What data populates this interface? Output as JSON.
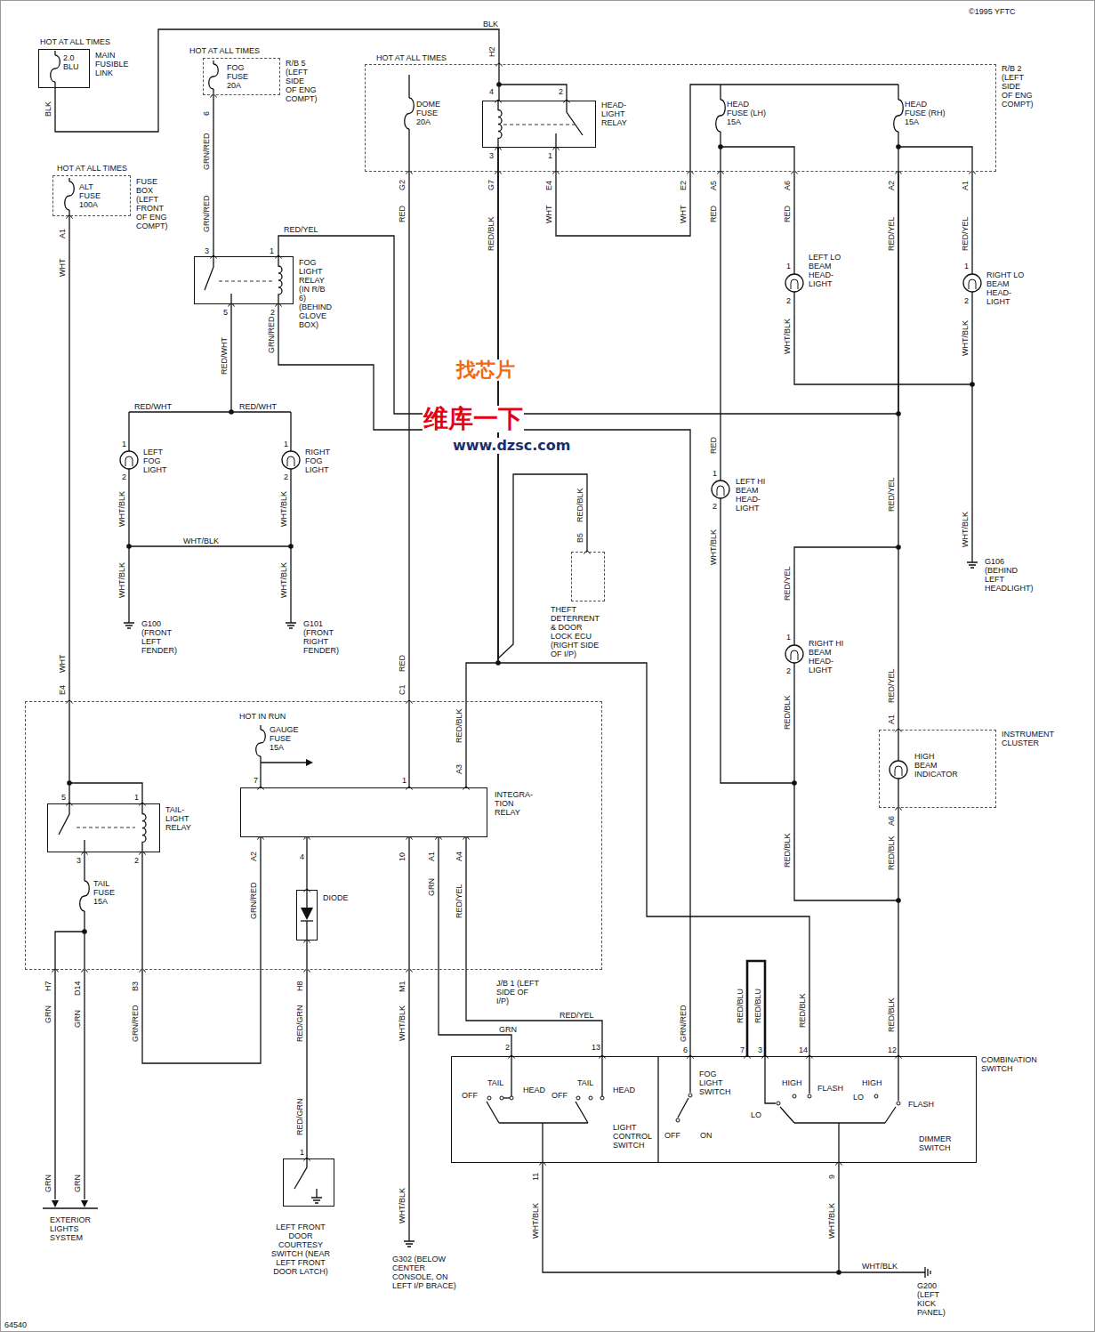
{
  "diagram": {
    "nodes": [
      {
        "text": [
          "HOT AT ALL TIMES",
          "2.0 BLU",
          "MAIN FUSIBLE LINK"
        ]
      },
      {
        "text": [
          "HOT AT ALL TIMES",
          "FOG FUSE 20A",
          "R/B 5 (LEFT SIDE OF ENG COMPT)"
        ]
      },
      {
        "text": [
          "HOT AT ALL TIMES",
          "R/B 2 (LEFT SIDE OF ENG COMPT)"
        ]
      },
      {
        "text": [
          "HEAD- LIGHT RELAY"
        ],
        "in": 2
      },
      {
        "text": [
          "HOT AT ALL TIMES",
          "ALT FUSE 100A",
          "FUSE BOX (LEFT FRONT OF ENG COMPT)"
        ]
      },
      {
        "text": [
          "FOG LIGHT RELAY (IN R/B 6) (BEHIND GLOVE BOX)"
        ]
      },
      {
        "text": [
          "THEFT DETERRENT & DOOR LOCK ECU (RIGHT SIDE OF I/P)"
        ]
      },
      {
        "text": [
          "INSTRUMENT CLUSTER",
          "HIGH BEAM INDICATOR"
        ]
      },
      {
        "text": [
          "J/B 1 (LEFT SIDE OF I/P)"
        ]
      },
      {
        "text": [
          "TAIL- LIGHT RELAY"
        ],
        "in": 8
      },
      {
        "text": [
          "INTEGRA- TION RELAY"
        ],
        "in": 8
      },
      {
        "text": [
          "DIODE"
        ],
        "in": 8
      },
      {
        "text": [
          "LEFT FRONT DOOR COURTESY SWITCH (NEAR LEFT FRONT DOOR LATCH)"
        ]
      },
      {
        "text": [
          "COMBINATION SWITCH"
        ]
      }
    ],
    "edges": [
      {
        "from": 0,
        "to": 2,
        "arrow": "none",
        "label": "BLK"
      },
      {
        "from": 1,
        "to": 5,
        "arrow": "none",
        "label": "GRN/RED"
      },
      {
        "from": 2,
        "to": 10,
        "arrow": "none",
        "label": "RED"
      },
      {
        "from": 3,
        "to": 6,
        "arrow": "none",
        "label": "RED/BLK"
      },
      {
        "from": 3,
        "to": 10,
        "arrow": "none",
        "label": "RED/BLK"
      },
      {
        "from": 3,
        "to": 13,
        "arrow": "none",
        "label": "RED/BLK"
      },
      {
        "from": 4,
        "to": 9,
        "arrow": "none",
        "label": "WHT"
      },
      {
        "from": 2,
        "to": 7,
        "arrow": "none",
        "label": "RED/YEL"
      },
      {
        "from": 2,
        "to": 5,
        "arrow": "none",
        "label": "RED/YEL"
      },
      {
        "from": 7,
        "to": 13,
        "arrow": "none",
        "label": "RED/BLK"
      },
      {
        "from": 5,
        "to": 13,
        "arrow": "none",
        "label": "GRN/RED"
      },
      {
        "from": 10,
        "to": 13,
        "arrow": "none",
        "label": "GRN"
      },
      {
        "from": 10,
        "to": 13,
        "arrow": "none",
        "label": "RED/YEL"
      },
      {
        "from": 10,
        "to": 9,
        "arrow": "none",
        "label": "GRN/RED"
      },
      {
        "from": 10,
        "to": 11,
        "arrow": "none"
      },
      {
        "from": 11,
        "to": 12,
        "arrow": "none",
        "label": "RED/GRN"
      }
    ],
    "labels": [
      "©1995 YFTC",
      "BLK",
      "H2",
      "4",
      "2",
      "DOME FUSE 20A",
      "3",
      "1",
      "HEAD FUSE (LH) 15A",
      "HEAD FUSE (RH) 15A",
      "G2",
      "G7",
      "E4",
      "E2",
      "A5",
      "A6",
      "A2",
      "A1",
      "RED/BLK",
      "WHT",
      "WHT",
      "RED",
      "RED",
      "RED/YEL",
      "6",
      "GRN/RED",
      "A1",
      "3",
      "1",
      "5",
      "2",
      "RED/WHT",
      "RED/WHT",
      "RED/WHT",
      "1",
      "LEFT FOG LIGHT",
      "2",
      "WHT/BLK",
      "1",
      "RIGHT FOG LIGHT",
      "2",
      "WHT/BLK",
      "WHT/BLK",
      "WHT/BLK",
      "WHT/BLK",
      "G100 (FRONT LEFT FENDER)",
      "G101 (FRONT RIGHT FENDER)",
      "1",
      "LEFT LO BEAM HEAD- LIGHT",
      "2",
      "WHT/BLK",
      "1",
      "RIGHT LO BEAM HEAD- LIGHT",
      "2",
      "WHT/BLK",
      "RED/YEL",
      "RED",
      "1",
      "LEFT HI BEAM HEAD- LIGHT",
      "2",
      "WHT/BLK",
      "B5",
      "WHT/BLK",
      "G106 (BEHIND LEFT HEADLIGHT)",
      "RED/YEL",
      "1",
      "RIGHT HI BEAM HEAD- LIGHT",
      "2",
      "RED/BLK",
      "RED/YEL",
      "A1",
      "A6",
      "RED/BLK",
      "RED/BLK",
      "WHT",
      "E4",
      "RED",
      "C1",
      "HOT IN RUN",
      "GAUGE FUSE 15A",
      "7",
      "1",
      "A3",
      "5",
      "1",
      "3",
      "2",
      "TAIL FUSE 15A",
      "A2",
      "4",
      "10",
      "A1",
      "A4",
      "H7",
      "D14",
      "B3",
      "H8",
      "M1",
      "GRN",
      "GRN",
      "GRN/RED",
      "WHT/BLK",
      "RED/GRN",
      "1",
      "GRN",
      "GRN",
      "EXTERIOR LIGHTS SYSTEM",
      "WHT/BLK",
      "G302 (BELOW CENTER CONSOLE, ON LEFT I/P BRACE)",
      "GRN",
      "2",
      "RED/YEL",
      "13",
      "GRN/RED",
      "6",
      "RED/BLU",
      "RED/BLU",
      "7",
      "3",
      "14",
      "12",
      "OFF",
      "TAIL",
      "HEAD",
      "OFF",
      "TAIL",
      "HEAD",
      "LIGHT CONTROL SWITCH",
      "FOG LIGHT SWITCH",
      "OFF",
      "ON",
      "HIGH",
      "FLASH",
      "HIGH",
      "LO",
      "LO",
      "FLASH",
      "DIMMER SWITCH",
      "11",
      "WHT/BLK",
      "9",
      "WHT/BLK",
      "WHT/BLK",
      "G200 (LEFT KICK PANEL)",
      "64540",
      "找芯片",
      "维库一下",
      "www.dzsc.com"
    ]
  }
}
